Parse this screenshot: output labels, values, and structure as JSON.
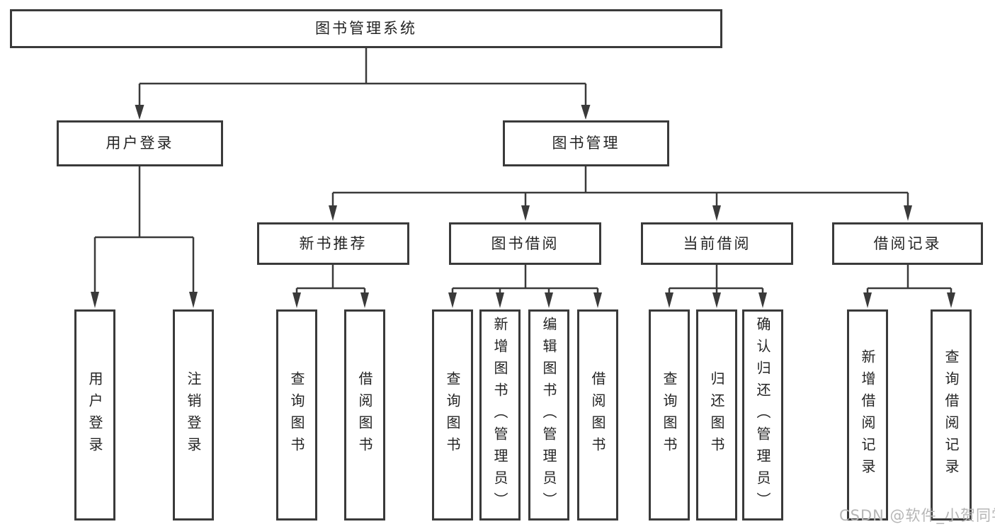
{
  "tree": {
    "label": "图书管理系统",
    "children": [
      {
        "label": "用户登录",
        "children": [
          {
            "label": "用户登录"
          },
          {
            "label": "注销登录"
          }
        ]
      },
      {
        "label": "图书管理",
        "children": [
          {
            "label": "新书推荐",
            "children": [
              {
                "label": "查询图书"
              },
              {
                "label": "借阅图书"
              }
            ]
          },
          {
            "label": "图书借阅",
            "children": [
              {
                "label": "查询图书"
              },
              {
                "label": "新增图书（管理员）"
              },
              {
                "label": "编辑图书（管理员）"
              },
              {
                "label": "借阅图书"
              }
            ]
          },
          {
            "label": "当前借阅",
            "children": [
              {
                "label": "查询图书"
              },
              {
                "label": "归还图书"
              },
              {
                "label": "确认归还（管理员）"
              }
            ]
          },
          {
            "label": "借阅记录",
            "children": [
              {
                "label": "新增借阅记录"
              },
              {
                "label": "查询借阅记录"
              }
            ]
          }
        ]
      }
    ]
  },
  "watermark": {
    "text": "CSDN @软件_小贺同学"
  },
  "colors": {
    "line": "#3a3a3a",
    "box_border": "#3a3a3a",
    "text": "#242424",
    "background": "#ffffff",
    "watermark": "#b6b6b6"
  }
}
